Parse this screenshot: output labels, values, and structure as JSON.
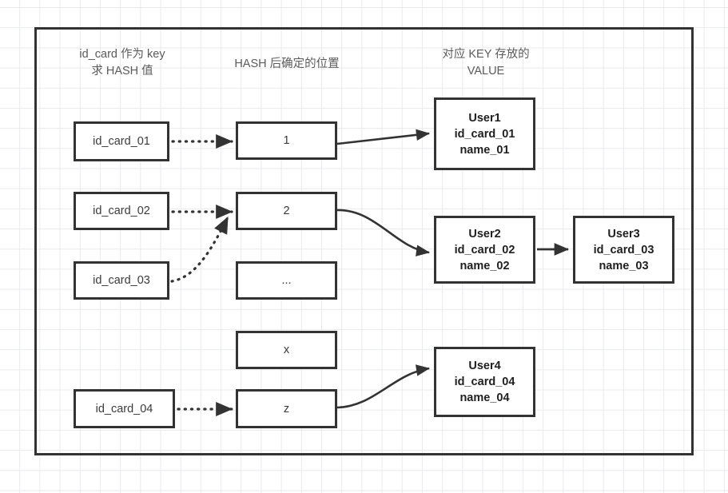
{
  "diagram": {
    "title_headers": [
      {
        "id": "header-key",
        "text": "id_card 作为 key\n求 HASH 值"
      },
      {
        "id": "header-slot",
        "text": "HASH 后确定的位置"
      },
      {
        "id": "header-value",
        "text": "对应 KEY 存放的\nVALUE"
      }
    ],
    "keys": [
      {
        "id": "key-1",
        "label": "id_card_01"
      },
      {
        "id": "key-2",
        "label": "id_card_02"
      },
      {
        "id": "key-3",
        "label": "id_card_03"
      },
      {
        "id": "key-4",
        "label": "id_card_04"
      }
    ],
    "slots": [
      {
        "id": "slot-1",
        "label": "1"
      },
      {
        "id": "slot-2",
        "label": "2"
      },
      {
        "id": "slot-ellipsis",
        "label": "..."
      },
      {
        "id": "slot-x",
        "label": "x"
      },
      {
        "id": "slot-z",
        "label": "z"
      }
    ],
    "values": [
      {
        "id": "value-user1",
        "label": "User1\nid_card_01\nname_01"
      },
      {
        "id": "value-user2",
        "label": "User2\nid_card_02\nname_02"
      },
      {
        "id": "value-user3",
        "label": "User3\nid_card_03\nname_03"
      },
      {
        "id": "value-user4",
        "label": "User4\nid_card_04\nname_04"
      }
    ],
    "colors": {
      "stroke": "#333333",
      "grid": "#e9eaec",
      "header_text": "#5b5b5b",
      "background": "#ffffff"
    }
  }
}
